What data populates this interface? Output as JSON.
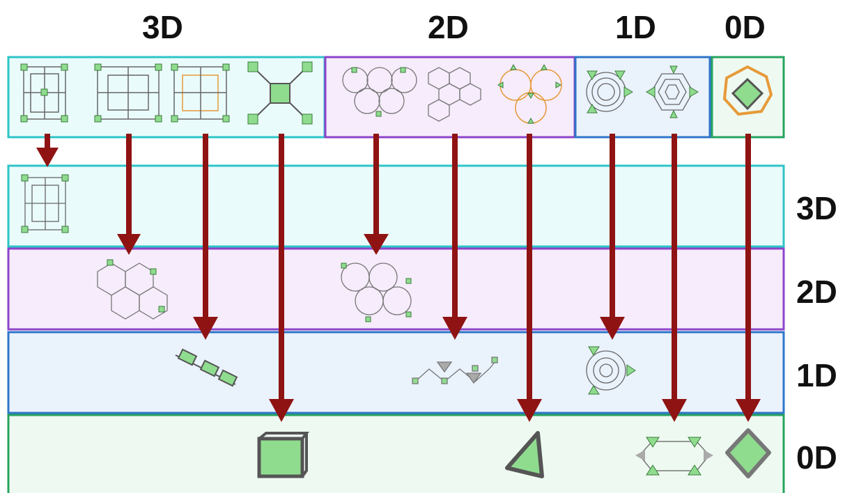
{
  "column_headers": {
    "d3": "3D",
    "d2": "2D",
    "d1": "1D",
    "d0": "0D"
  },
  "row_labels": {
    "d3": "3D",
    "d2": "2D",
    "d1": "1D",
    "d0": "0D"
  },
  "colors": {
    "d3_border": "#2ec4c8",
    "d3_fill": "#eafbfb",
    "d2_border": "#8e44c9",
    "d2_fill": "#f6ecfb",
    "d1_border": "#2f75c8",
    "d1_fill": "#eaf2fc",
    "d0_border": "#27a35f",
    "d0_fill": "#eefaf1",
    "arrow": "#8f1313",
    "node_green": "#8fdc8f",
    "edge_orange": "#e69a3a"
  }
}
